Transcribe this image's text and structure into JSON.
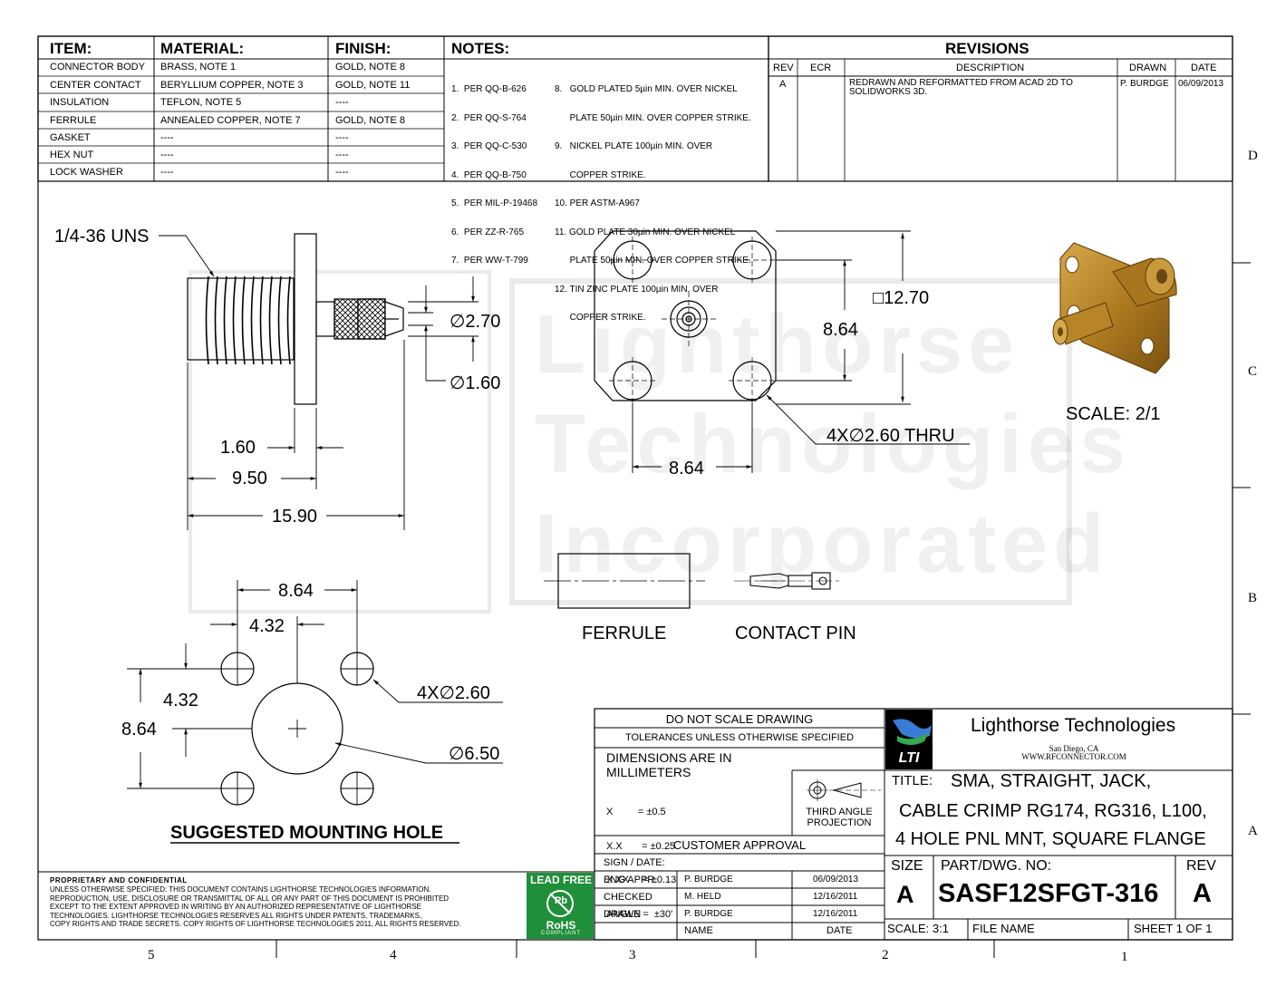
{
  "bom": {
    "headers": {
      "item": "ITEM:",
      "material": "MATERIAL:",
      "finish": "FINISH:",
      "notes": "NOTES:"
    },
    "rows": [
      {
        "item": "CONNECTOR BODY",
        "material": "BRASS, NOTE 1",
        "finish": "GOLD, NOTE 8"
      },
      {
        "item": "CENTER CONTACT",
        "material": "BERYLLIUM COPPER, NOTE 3",
        "finish": "GOLD, NOTE 11"
      },
      {
        "item": "INSULATION",
        "material": "TEFLON, NOTE 5",
        "finish": "----"
      },
      {
        "item": "FERRULE",
        "material": "ANNEALED COPPER, NOTE 7",
        "finish": "GOLD, NOTE 8"
      },
      {
        "item": "GASKET",
        "material": "----",
        "finish": "----"
      },
      {
        "item": "HEX NUT",
        "material": "----",
        "finish": "----"
      },
      {
        "item": "LOCK WASHER",
        "material": "----",
        "finish": "----"
      }
    ],
    "notes_left": [
      "1.  PER QQ-B-626",
      "2.  PER QQ-S-764",
      "3.  PER QQ-C-530",
      "4.  PER QQ-B-750",
      "5.  PER MIL-P-19468",
      "6.  PER ZZ-R-765",
      "7.  PER WW-T-799"
    ],
    "notes_right": [
      "8.   GOLD PLATED 5µin MIN. OVER NICKEL",
      "      PLATE 50µin MIN. OVER COPPER STRIKE.",
      "9.   NICKEL PLATE 100µin MIN. OVER",
      "      COPPER STRIKE.",
      "10. PER ASTM-A967",
      "11. GOLD PLATE 30µin MIN. OVER NICKEL",
      "      PLATE 50µin MIN. OVER COPPER STRIKE.",
      "12. TIN ZINC PLATE 100µin MIN. OVER",
      "      COPPER STRIKE."
    ]
  },
  "revisions": {
    "title": "REVISIONS",
    "headers": {
      "rev": "REV",
      "ecr": "ECR",
      "description": "DESCRIPTION",
      "drawn": "DRAWN",
      "date": "DATE"
    },
    "rows": [
      {
        "rev": "A",
        "ecr": "",
        "description_1": "REDRAWN AND REFORMATTED FROM ACAD 2D TO",
        "description_2": "SOLIDWORKS 3D.",
        "drawn": "P. BURDGE",
        "date": "06/09/2013"
      }
    ]
  },
  "zones": {
    "right": [
      "D",
      "C",
      "B",
      "A"
    ],
    "bottom": [
      "5",
      "4",
      "3",
      "2",
      "1"
    ]
  },
  "watermark": {
    "line1": "Lighthorse",
    "line2": "Technologies",
    "line3": "Incorporated"
  },
  "side_view": {
    "thread": "1/4-36 UNS",
    "d1": "∅2.70",
    "d2": "∅1.60",
    "l1": "1.60",
    "l2": "9.50",
    "l3": "15.90"
  },
  "front_view": {
    "square": "□12.70",
    "spacing_v": "8.64",
    "spacing_h": "8.64",
    "holes": "4X∅2.60 THRU"
  },
  "iso_view": {
    "scale": "SCALE: 2/1"
  },
  "parts": {
    "ferrule": "FERRULE",
    "contact_pin": "CONTACT PIN"
  },
  "mounting": {
    "title": "SUGGESTED MOUNTING HOLE",
    "h1": "8.64",
    "h2": "4.32",
    "v1": "4.32",
    "v2": "8.64",
    "holes": "4X∅2.60",
    "center": "∅6.50"
  },
  "title_block": {
    "do_not_scale": "DO NOT SCALE DRAWING",
    "tolerances": "TOLERANCES UNLESS OTHERWISE SPECIFIED",
    "dims_1": "DIMENSIONS ARE IN",
    "dims_2": "MILLIMETERS",
    "tol_x": "X         = ±0.5",
    "tol_xx": "X.X       = ±0.25",
    "tol_xxx": "X.XX     = ±0.13",
    "tol_angle": "ANGLE =  ±30'",
    "projection_1": "THIRD ANGLE",
    "projection_2": "PROJECTION",
    "customer_approval": "CUSTOMER APPROVAL",
    "sign_date": "SIGN / DATE:",
    "approvals": [
      {
        "role": "ENG APPR.",
        "name": "P. BURDGE",
        "date": "06/09/2013"
      },
      {
        "role": "CHECKED",
        "name": "M. HELD",
        "date": "12/16/2011"
      },
      {
        "role": "DRAWN",
        "name": "P. BURDGE",
        "date": "12/16/2011"
      }
    ],
    "name_hdr": "NAME",
    "date_hdr": "DATE",
    "company": "Lighthorse Technologies",
    "city": "San Diego, CA",
    "website": "WWW.RFCONNECTOR.COM",
    "logo_text": "LTI",
    "title_label": "TITLE:",
    "title_1": "SMA, STRAIGHT, JACK,",
    "title_2": "CABLE CRIMP RG174, RG316, L100,",
    "title_3": "4 HOLE PNL MNT, SQUARE FLANGE",
    "size_label": "SIZE",
    "size": "A",
    "part_label": "PART/DWG.  NO:",
    "part_no": "SASF12SFGT-316",
    "rev_label": "REV",
    "rev": "A",
    "scale": "SCALE: 3:1",
    "file_name": "FILE NAME",
    "sheet": "SHEET 1 OF 1",
    "lead_free": "LEAD FREE",
    "pb": "Pb",
    "rohs": "RoHS",
    "compliant": "COMPLIANT"
  },
  "proprietary": {
    "title": "PROPRIETARY AND CONFIDENTIAL",
    "lines": [
      "UNLESS OTHERWISE SPECIFIED: THIS DOCUMENT CONTAINS LIGHTHORSE TECHNOLOGIES INFORMATION.",
      "REPRODUCTION, USE, DISCLOSURE OR TRANSMITTAL OF ALL OR ANY PART OF THIS DOCUMENT IS PROHIBITED",
      "EXCEPT TO THE EXTENT APPROVED IN WRITING BY AN AUTHORIZED REPRESENTATIVE OF LIGHTHORSE",
      "TECHNOLOGIES. LIGHTHORSE TECHNOLOGIES RESERVES ALL RIGHTS UNDER PATENTS, TRADEMARKS,",
      "COPY RIGHTS AND TRADE SECRETS. COPY RIGHTS OF LIGHTHORSE TECHNOLOGIES 2011, ALL RIGHTS RESERVED."
    ]
  }
}
